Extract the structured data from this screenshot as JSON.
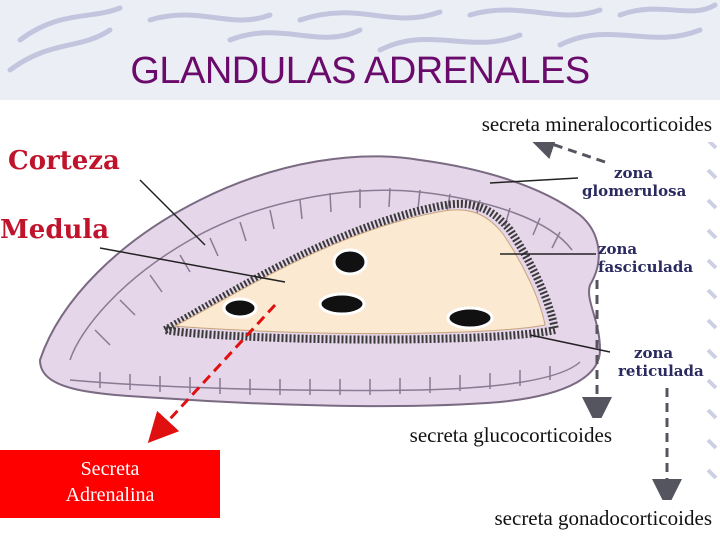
{
  "title": "GLANDULAS ADRENALES",
  "labels": {
    "corteza": "Corteza",
    "medula": "Medula",
    "zona_glomerulosa": [
      "zona",
      "glomerulosa"
    ],
    "zona_fasciculada": [
      "zona",
      "fasciculada"
    ],
    "zona_reticulada": [
      "zona",
      "reticulada"
    ]
  },
  "secretions": {
    "mineral": "secreta mineralocorticoides",
    "gluco": "secreta glucocorticoides",
    "gonado": "secreta gonadocorticoides",
    "adrenalina": [
      "Secreta",
      "Adrenalina"
    ]
  },
  "colors": {
    "title": "#6a0a6a",
    "cortex": "#e6d6ea",
    "cortex_outline": "#7a6a82",
    "medulla": "#fbe9d2",
    "arrow_red": "#e01010",
    "arrow_grey": "#555560",
    "adrenalina_box": "#ff0000"
  }
}
